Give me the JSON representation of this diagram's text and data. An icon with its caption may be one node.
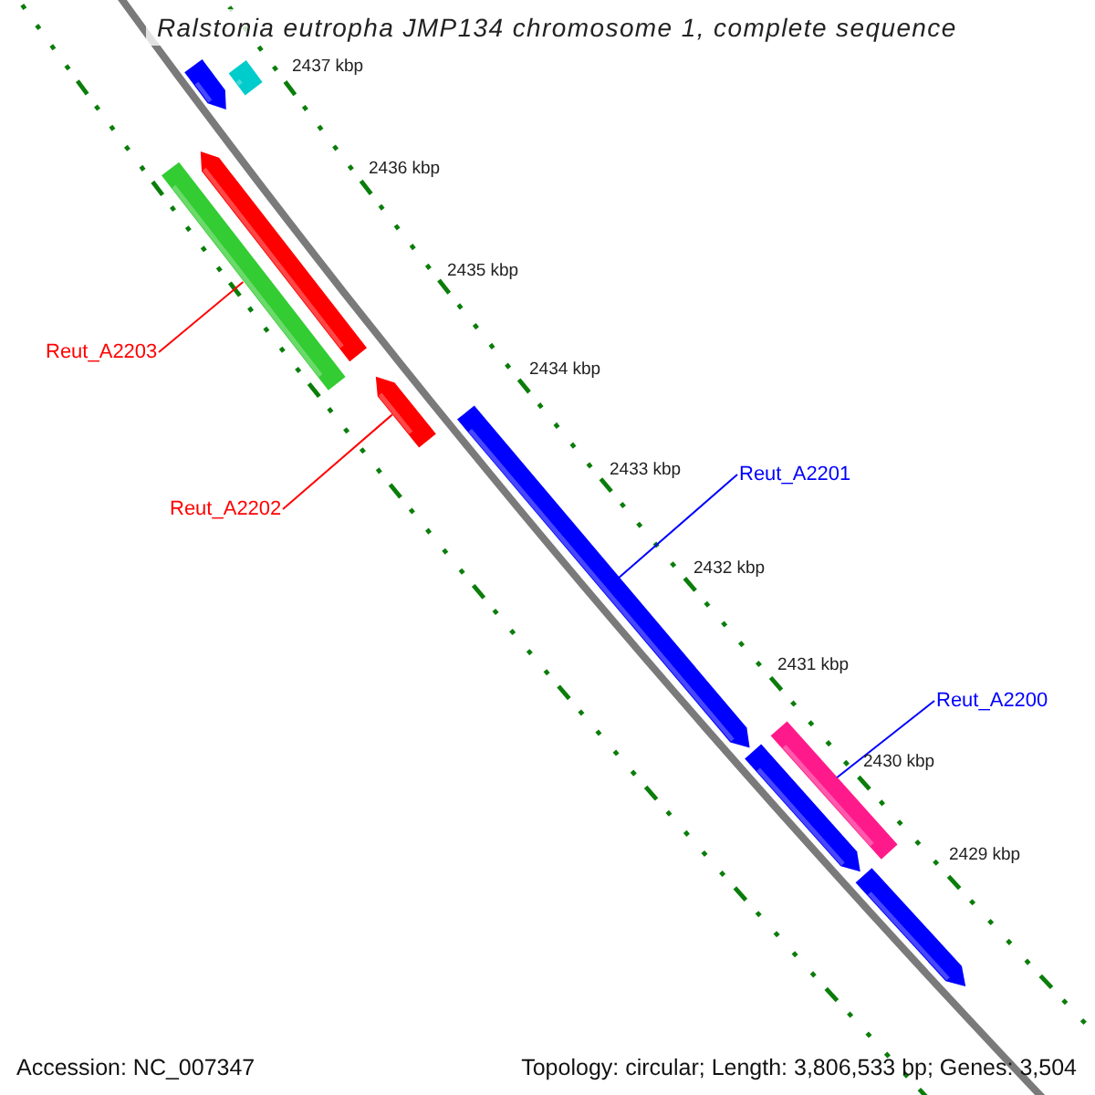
{
  "diagram": {
    "title": "Ralstonia eutropha JMP134 chromosome 1, complete sequence",
    "nodes": [
      {
        "text": [],
        "shape": "arrow"
      },
      {
        "text": [],
        "shape": "bar"
      },
      {
        "text": [],
        "shape": "arrow"
      },
      {
        "text": [],
        "shape": "bar"
      },
      {
        "text": [
          "Reut_A2203"
        ]
      },
      {
        "text": [],
        "shape": "arrow"
      },
      {
        "text": [],
        "shape": "arrow"
      },
      {
        "text": [
          "Reut_A2201"
        ]
      },
      {
        "text": [
          "Reut_A2202"
        ]
      },
      {
        "text": [
          "Reut_A2200"
        ]
      },
      {
        "text": [],
        "shape": "bar"
      },
      {
        "text": [],
        "shape": "arrow"
      },
      {
        "text": [],
        "shape": "arrow"
      }
    ],
    "edges": [
      {
        "from": 4,
        "to": 3,
        "arrow": "none",
        "color": "#ff0000"
      },
      {
        "from": 8,
        "to": 5,
        "arrow": "none",
        "color": "#ff0000"
      },
      {
        "from": 7,
        "to": 6,
        "arrow": "none",
        "color": "#0000ff"
      },
      {
        "from": 9,
        "to": 10,
        "arrow": "none",
        "color": "#0000ff"
      }
    ],
    "labels": [
      "2437 kbp",
      "2436 kbp",
      "2435 kbp",
      "2434 kbp",
      "2433 kbp",
      "2432 kbp",
      "2431 kbp",
      "2430 kbp",
      "2429 kbp",
      "Accession: NC_007347",
      "Topology: circular; Length: 3,806,533 bp; Genes: 3,504"
    ]
  }
}
